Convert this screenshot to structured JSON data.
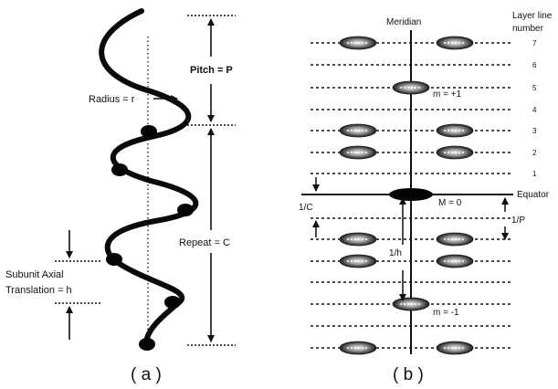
{
  "panel_a": {
    "caption": "( a )",
    "radius_label": "Radius = r",
    "pitch_label": "Pitch = P",
    "repeat_label": "Repeat = C",
    "subunit_label_line1": "Subunit Axial",
    "subunit_label_line2": "Translation = h"
  },
  "panel_b": {
    "caption": "( b )",
    "meridian_label": "Meridian",
    "equator_label": "Equator",
    "layer_header_line1": "Layer line",
    "layer_header_line2": "number",
    "layer_numbers": [
      "7",
      "6",
      "5",
      "4",
      "3",
      "2",
      "1"
    ],
    "m_plus_label": "m = +1",
    "m_zero_label": "M = 0",
    "m_minus_label": "m = -1",
    "inv_c_label": "1/C",
    "inv_p_label": "1/P",
    "inv_h_label": "1/h"
  }
}
